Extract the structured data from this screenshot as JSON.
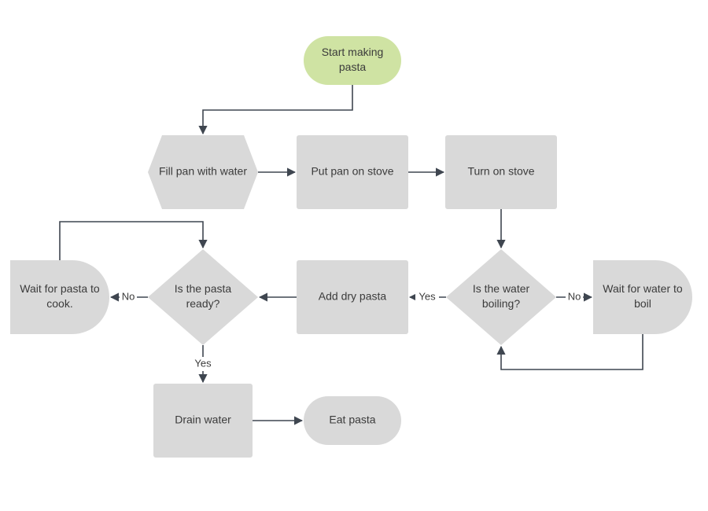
{
  "colors": {
    "start_fill": "#cfe3a3",
    "node_fill": "#d9d9d9",
    "edge": "#3f4650",
    "text": "#3b3b3b"
  },
  "nodes": {
    "start": {
      "shape": "terminal",
      "lines": [
        "Start making",
        "pasta"
      ]
    },
    "fill_pan": {
      "shape": "hexagon",
      "lines": [
        "Fill pan with water"
      ]
    },
    "put_pan": {
      "shape": "process",
      "lines": [
        "Put pan on stove"
      ]
    },
    "turn_on": {
      "shape": "process",
      "lines": [
        "Turn on stove"
      ]
    },
    "water_boiling": {
      "shape": "decision",
      "lines": [
        "Is the water",
        "boiling?"
      ]
    },
    "wait_water": {
      "shape": "delay",
      "lines": [
        "Wait for water to",
        "boil"
      ]
    },
    "add_pasta": {
      "shape": "process",
      "lines": [
        "Add dry pasta"
      ]
    },
    "pasta_ready": {
      "shape": "decision",
      "lines": [
        "Is the pasta",
        "ready?"
      ]
    },
    "wait_pasta": {
      "shape": "delay",
      "lines": [
        "Wait for pasta to",
        "cook."
      ]
    },
    "drain": {
      "shape": "process",
      "lines": [
        "Drain water"
      ]
    },
    "eat": {
      "shape": "terminal",
      "lines": [
        "Eat pasta"
      ]
    }
  },
  "edges": [
    {
      "from": "start",
      "to": "fill_pan",
      "label": ""
    },
    {
      "from": "fill_pan",
      "to": "put_pan",
      "label": ""
    },
    {
      "from": "put_pan",
      "to": "turn_on",
      "label": ""
    },
    {
      "from": "turn_on",
      "to": "water_boiling",
      "label": ""
    },
    {
      "from": "water_boiling",
      "to": "wait_water",
      "label": "No"
    },
    {
      "from": "wait_water",
      "to": "water_boiling",
      "label": ""
    },
    {
      "from": "water_boiling",
      "to": "add_pasta",
      "label": "Yes"
    },
    {
      "from": "add_pasta",
      "to": "pasta_ready",
      "label": ""
    },
    {
      "from": "pasta_ready",
      "to": "wait_pasta",
      "label": "No"
    },
    {
      "from": "wait_pasta",
      "to": "pasta_ready",
      "label": ""
    },
    {
      "from": "pasta_ready",
      "to": "drain",
      "label": "Yes"
    },
    {
      "from": "drain",
      "to": "eat",
      "label": ""
    }
  ]
}
